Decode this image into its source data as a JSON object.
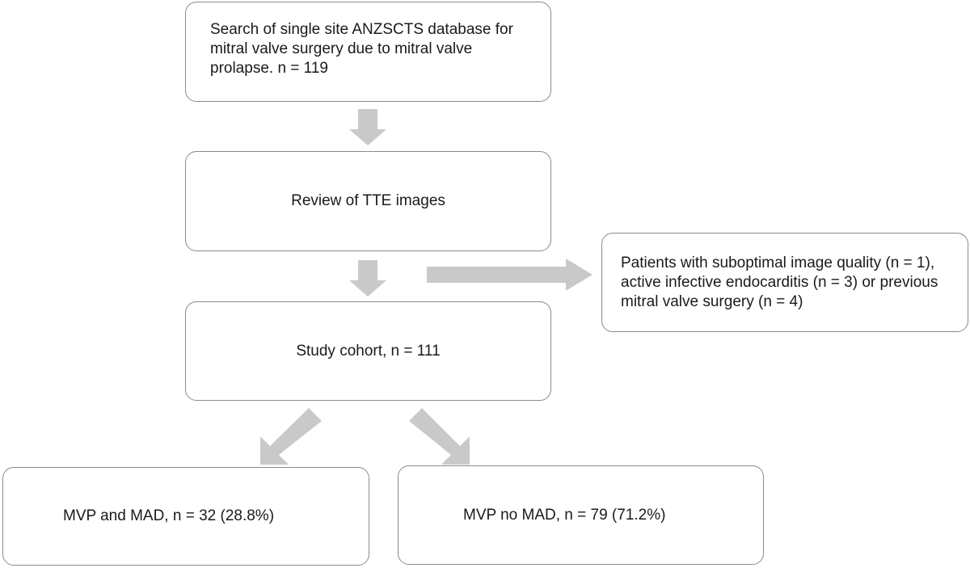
{
  "diagram": {
    "nodes": {
      "search": {
        "text": "Search of single site ANZSCTS database for mitral valve surgery due to mitral valve prolapse. n = 119"
      },
      "review": {
        "text": "Review of TTE images"
      },
      "excluded": {
        "text": "Patients with suboptimal image quality (n = 1), active infective endocarditis (n = 3) or previous mitral valve surgery (n = 4)"
      },
      "cohort": {
        "text": "Study cohort, n = 111"
      },
      "mad": {
        "text": "MVP and MAD, n = 32 (28.8%)"
      },
      "nomad": {
        "text": "MVP no MAD, n = 79 (71.2%)"
      }
    },
    "arrow_color": "#c9c9c9",
    "border_color": "#8a8a8a"
  }
}
